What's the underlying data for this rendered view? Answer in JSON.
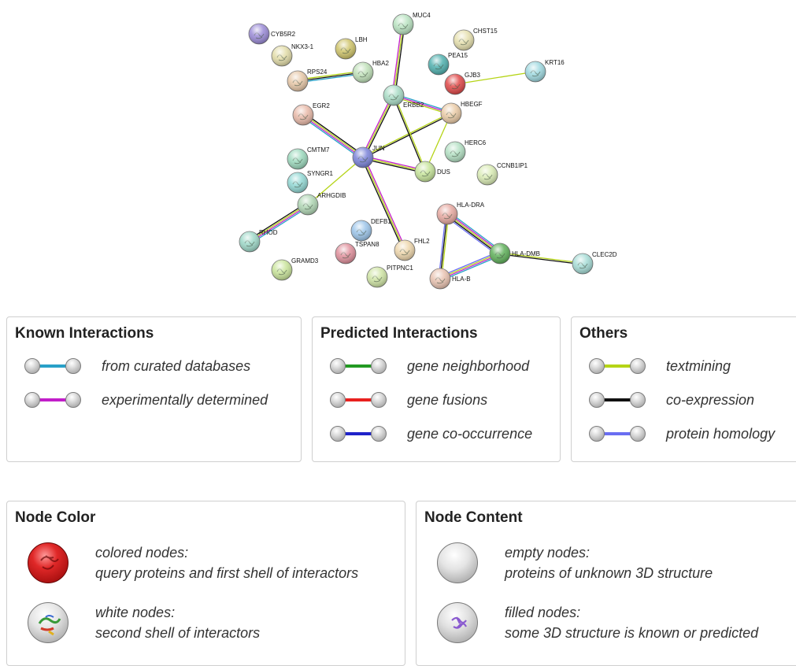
{
  "network": {
    "nodes": [
      {
        "id": "CYB5R2",
        "color": "#9a8ad6"
      },
      {
        "id": "NKX3-1",
        "color": "#e2dca8"
      },
      {
        "id": "LBH",
        "color": "#cfc46a"
      },
      {
        "id": "HBA2",
        "color": "#bfe0b8"
      },
      {
        "id": "RPS24",
        "color": "#e7c8a8"
      },
      {
        "id": "MUC4",
        "color": "#b9e3c1"
      },
      {
        "id": "CHST15",
        "color": "#e6e0ae"
      },
      {
        "id": "PEA15",
        "color": "#4fb0ae"
      },
      {
        "id": "GJB3",
        "color": "#e04848"
      },
      {
        "id": "KRT16",
        "color": "#9fd9e0"
      },
      {
        "id": "ERBB2",
        "color": "#a9dcc6"
      },
      {
        "id": "HBEGF",
        "color": "#eacba6"
      },
      {
        "id": "EGR2",
        "color": "#e8b9a8"
      },
      {
        "id": "JUN",
        "color": "#7a82d8"
      },
      {
        "id": "CMTM7",
        "color": "#9cd9bd"
      },
      {
        "id": "SYNGR1",
        "color": "#92d8d4"
      },
      {
        "id": "ARHGDIB",
        "color": "#b0d6b4"
      },
      {
        "id": "DUSP6",
        "label": "DUS",
        "color": "#c6e49a"
      },
      {
        "id": "HERC6",
        "color": "#b3e0c3"
      },
      {
        "id": "CCNB1IP1",
        "color": "#d9ebb4"
      },
      {
        "id": "RHOD",
        "color": "#9ed8c8"
      },
      {
        "id": "DEFB1",
        "color": "#9cc5ea"
      },
      {
        "id": "TSPAN8",
        "color": "#e0909c"
      },
      {
        "id": "FHL2",
        "color": "#eed6ac"
      },
      {
        "id": "PITPNC1",
        "color": "#cfe4a4"
      },
      {
        "id": "GRAMD3",
        "color": "#c9e49a"
      },
      {
        "id": "HLA-DRA",
        "color": "#e6a8a0"
      },
      {
        "id": "HLA-DMB",
        "color": "#5fb05a"
      },
      {
        "id": "HLA-B",
        "color": "#e8c2b0"
      },
      {
        "id": "CLEC2D",
        "color": "#a6dcd6"
      }
    ],
    "edges": [
      {
        "a": "JUN",
        "b": "EGR2",
        "types": [
          "curated",
          "experimental",
          "textmining",
          "coexpression"
        ]
      },
      {
        "a": "JUN",
        "b": "ERBB2",
        "types": [
          "experimental",
          "textmining",
          "coexpression"
        ]
      },
      {
        "a": "JUN",
        "b": "HBEGF",
        "types": [
          "textmining",
          "coexpression"
        ]
      },
      {
        "a": "JUN",
        "b": "DUSP6",
        "types": [
          "experimental",
          "textmining",
          "coexpression"
        ]
      },
      {
        "a": "JUN",
        "b": "FHL2",
        "types": [
          "experimental",
          "textmining",
          "coexpression"
        ]
      },
      {
        "a": "JUN",
        "b": "ARHGDIB",
        "types": [
          "textmining"
        ]
      },
      {
        "a": "ERBB2",
        "b": "MUC4",
        "types": [
          "experimental",
          "textmining",
          "coexpression"
        ]
      },
      {
        "a": "ERBB2",
        "b": "HBEGF",
        "types": [
          "curated",
          "experimental",
          "textmining"
        ]
      },
      {
        "a": "ERBB2",
        "b": "DUSP6",
        "types": [
          "textmining",
          "coexpression"
        ]
      },
      {
        "a": "HBEGF",
        "b": "DUSP6",
        "types": [
          "textmining"
        ]
      },
      {
        "a": "RPS24",
        "b": "HBA2",
        "types": [
          "textmining",
          "coexpression",
          "curated"
        ]
      },
      {
        "a": "GJB3",
        "b": "KRT16",
        "types": [
          "textmining"
        ]
      },
      {
        "a": "ARHGDIB",
        "b": "RHOD",
        "types": [
          "curated",
          "experimental",
          "textmining",
          "coexpression"
        ]
      },
      {
        "a": "HLA-DRA",
        "b": "HLA-DMB",
        "types": [
          "curated",
          "experimental",
          "textmining",
          "coexpression",
          "homology"
        ]
      },
      {
        "a": "HLA-DRA",
        "b": "HLA-B",
        "types": [
          "textmining",
          "coexpression",
          "homology"
        ]
      },
      {
        "a": "HLA-DMB",
        "b": "HLA-B",
        "types": [
          "curated",
          "experimental",
          "textmining",
          "homology"
        ]
      },
      {
        "a": "HLA-DMB",
        "b": "CLEC2D",
        "types": [
          "textmining",
          "coexpression"
        ]
      }
    ]
  },
  "edge_colors": {
    "curated": "#28a0c8",
    "experimental": "#c21ec9",
    "neighborhood": "#229a22",
    "fusion": "#e8211f",
    "cooccurrence": "#1f22c9",
    "textmining": "#b5d416",
    "coexpression": "#111111",
    "homology": "#6a6ef2"
  },
  "legend": {
    "known": {
      "title": "Known Interactions",
      "items": [
        {
          "label": "from curated databases",
          "type": "curated"
        },
        {
          "label": "experimentally determined",
          "type": "experimental"
        }
      ]
    },
    "predicted": {
      "title": "Predicted Interactions",
      "items": [
        {
          "label": "gene neighborhood",
          "type": "neighborhood"
        },
        {
          "label": "gene fusions",
          "type": "fusion"
        },
        {
          "label": "gene co-occurrence",
          "type": "cooccurrence"
        }
      ]
    },
    "others": {
      "title": "Others",
      "items": [
        {
          "label": "textmining",
          "type": "textmining"
        },
        {
          "label": "co-expression",
          "type": "coexpression"
        },
        {
          "label": "protein homology",
          "type": "homology"
        }
      ]
    },
    "node_color": {
      "title": "Node Color",
      "colored": {
        "line1": "colored nodes:",
        "line2": "query proteins and first shell of interactors"
      },
      "white": {
        "line1": "white nodes:",
        "line2": "second shell of interactors"
      }
    },
    "node_content": {
      "title": "Node Content",
      "empty": {
        "line1": "empty nodes:",
        "line2": "proteins of unknown 3D structure"
      },
      "filled": {
        "line1": "filled nodes:",
        "line2": "some 3D structure is known or predicted"
      }
    }
  }
}
